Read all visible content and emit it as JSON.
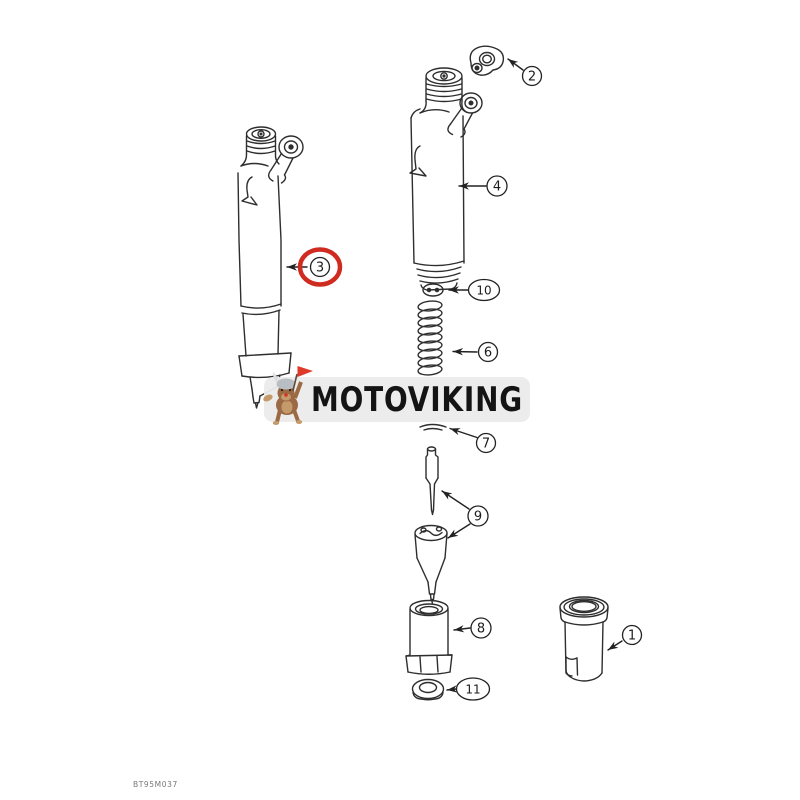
{
  "diagram": {
    "subject": "fuel-injector-exploded-view",
    "reference_code": "BT95M037",
    "watermark": {
      "brand": "MOTOVIKING",
      "mascot": "viking-dog-with-flag-mascot"
    },
    "colors": {
      "line": "#2e2e2e",
      "highlight_ring": "#cf2b20",
      "watermark_bg": "#ebebeb",
      "watermark_text": "#141414",
      "flag_red": "#df392c",
      "mascot_brown": "#9b6a44",
      "mascot_tan": "#c59a6b",
      "helmet_gray": "#b9bec4"
    },
    "callouts": [
      {
        "number": "1",
        "highlighted": false
      },
      {
        "number": "2",
        "highlighted": false
      },
      {
        "number": "3",
        "highlighted": true
      },
      {
        "number": "4",
        "highlighted": false
      },
      {
        "number": "6",
        "highlighted": false
      },
      {
        "number": "7",
        "highlighted": false
      },
      {
        "number": "8",
        "highlighted": false
      },
      {
        "number": "9",
        "highlighted": false
      },
      {
        "number": "10",
        "highlighted": false
      },
      {
        "number": "11",
        "highlighted": false
      }
    ]
  }
}
